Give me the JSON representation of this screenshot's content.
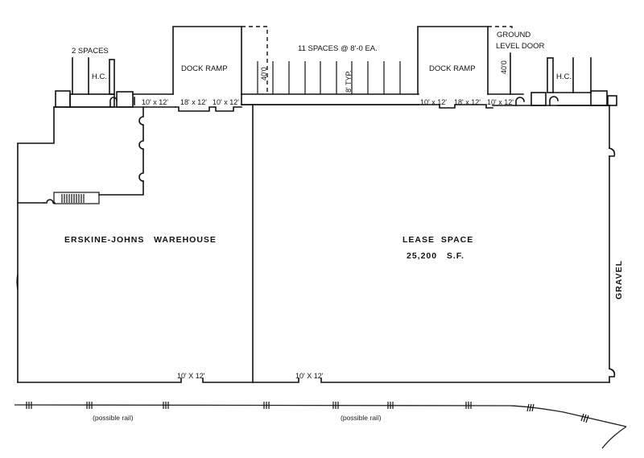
{
  "parking": {
    "left_count": "2 SPACES",
    "left_hc": "H.C.",
    "center_count": "11 SPACES @ 8'-0 EA.",
    "center_typ": "8' TYP.",
    "center_depth": "40'0",
    "right_hc": "H.C.",
    "right_depth": "40'0"
  },
  "ramps": {
    "left_label": "DOCK RAMP",
    "right_label": "DOCK RAMP",
    "ground_door_line1": "GROUND",
    "ground_door_line2": "LEVEL DOOR"
  },
  "doors_top": {
    "d1": "10' x 12'",
    "d2": "18' x 12'",
    "d3": "10' x 12'",
    "d4": "10' x 12'",
    "d5": "18' x 12'",
    "d6": "10' x 12'"
  },
  "doors_bottom": {
    "d1": "10' X 12'",
    "d2": "10' X 12'"
  },
  "spaces": {
    "warehouse_name": "ERSKINE-JOHNS   WAREHOUSE",
    "lease_name": "LEASE  SPACE",
    "lease_area": "25,200   S.F."
  },
  "site": {
    "east_surface": "GRAVEL",
    "rail_label_1": "(possible rail)",
    "rail_label_2": "(possible rail)"
  }
}
